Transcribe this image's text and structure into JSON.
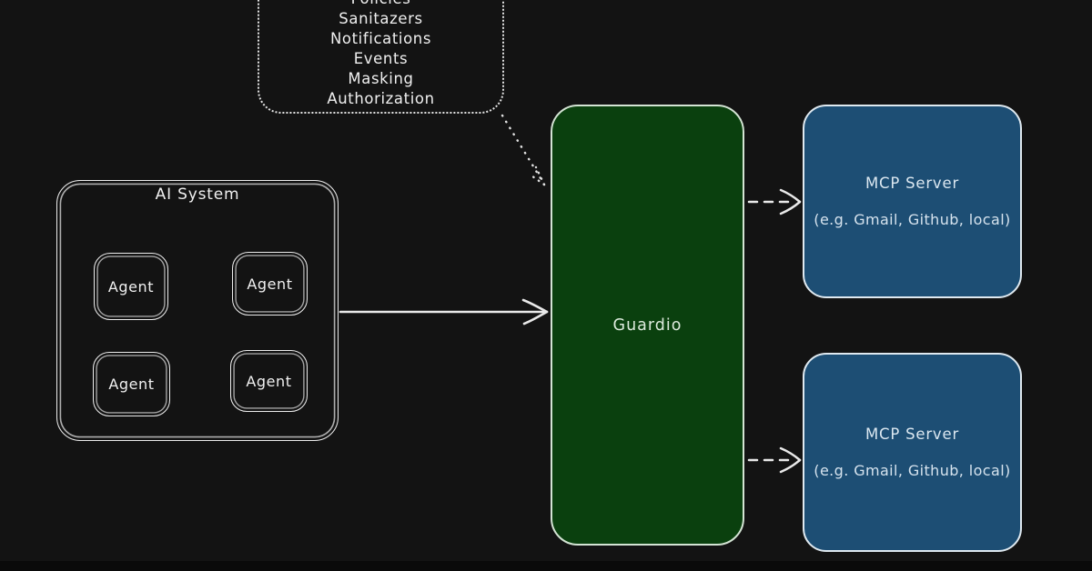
{
  "diagram": {
    "policies_bubble": {
      "items": [
        "Policies",
        "Sanitazers",
        "Notifications",
        "Events",
        "Masking",
        "Authorization"
      ]
    },
    "ai_system": {
      "title": "AI System",
      "agents": [
        {
          "label": "Agent"
        },
        {
          "label": "Agent"
        },
        {
          "label": "Agent"
        },
        {
          "label": "Agent"
        }
      ]
    },
    "guardio": {
      "label": "Guardio"
    },
    "mcp_servers": [
      {
        "title": "MCP Server",
        "subtitle": "(e.g. Gmail, Github, local)"
      },
      {
        "title": "MCP Server",
        "subtitle": "(e.g. Gmail, Github, local)"
      }
    ],
    "connectors": [
      {
        "name": "ai-system-to-guardio",
        "style": "solid-arrow"
      },
      {
        "name": "policies-to-guardio",
        "style": "dotted-arrow"
      },
      {
        "name": "guardio-to-mcp-server-1",
        "style": "dashed-arrow"
      },
      {
        "name": "guardio-to-mcp-server-2",
        "style": "dashed-arrow"
      }
    ],
    "colors": {
      "background": "#131313",
      "stroke": "#e9e9e9",
      "guardio_fill": "#0a400e",
      "guardio_border": "#d4e4d4",
      "mcp_fill": "#1d4e74",
      "mcp_border": "#dfe9f0",
      "text": "#ececec"
    }
  }
}
